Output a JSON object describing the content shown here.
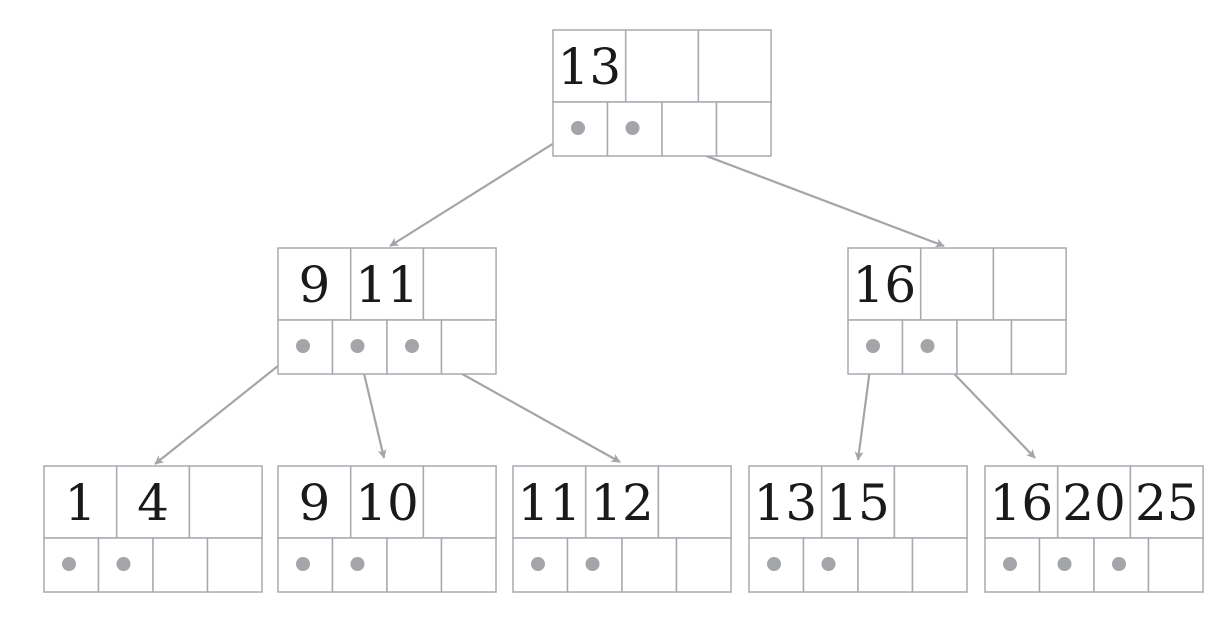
{
  "tree": {
    "nodes": [
      {
        "id": "root",
        "keys": [
          "13",
          "",
          ""
        ],
        "pointers": [
          true,
          true,
          false,
          false
        ]
      },
      {
        "id": "internal-left",
        "keys": [
          "9",
          "11",
          ""
        ],
        "pointers": [
          true,
          true,
          true,
          false
        ]
      },
      {
        "id": "internal-right",
        "keys": [
          "16",
          "",
          ""
        ],
        "pointers": [
          true,
          true,
          false,
          false
        ]
      },
      {
        "id": "leaf-1",
        "keys": [
          "1",
          "4",
          ""
        ],
        "pointers": [
          true,
          true,
          false,
          false
        ]
      },
      {
        "id": "leaf-2",
        "keys": [
          "9",
          "10",
          ""
        ],
        "pointers": [
          true,
          true,
          false,
          false
        ]
      },
      {
        "id": "leaf-3",
        "keys": [
          "11",
          "12",
          ""
        ],
        "pointers": [
          true,
          true,
          false,
          false
        ]
      },
      {
        "id": "leaf-4",
        "keys": [
          "13",
          "15",
          ""
        ],
        "pointers": [
          true,
          true,
          false,
          false
        ]
      },
      {
        "id": "leaf-5",
        "keys": [
          "16",
          "20",
          "25"
        ],
        "pointers": [
          true,
          true,
          true,
          false
        ]
      }
    ],
    "edges": [
      {
        "from": "root",
        "pointer": 0,
        "to": "internal-left"
      },
      {
        "from": "root",
        "pointer": 1,
        "to": "internal-right"
      },
      {
        "from": "internal-left",
        "pointer": 0,
        "to": "leaf-1"
      },
      {
        "from": "internal-left",
        "pointer": 1,
        "to": "leaf-2"
      },
      {
        "from": "internal-left",
        "pointer": 2,
        "to": "leaf-3"
      },
      {
        "from": "internal-right",
        "pointer": 0,
        "to": "leaf-4"
      },
      {
        "from": "internal-right",
        "pointer": 1,
        "to": "leaf-5"
      }
    ]
  },
  "colors": {
    "cell_border": "#a9aab0",
    "edge": "#a4a5a9",
    "pointer_dot": "#a4a5a9",
    "key_text": "#1a1a1a"
  }
}
